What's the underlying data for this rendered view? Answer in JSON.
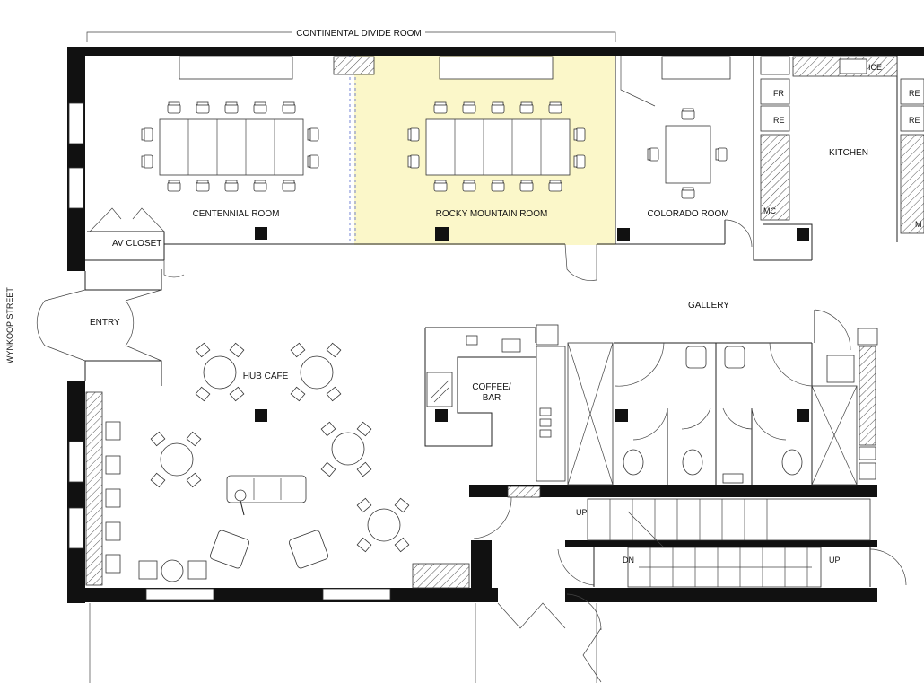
{
  "labels": {
    "continental_divide_room": "CONTINENTAL DIVIDE ROOM",
    "centennial_room": "CENTENNIAL ROOM",
    "rocky_mountain_room": "ROCKY MOUNTAIN ROOM",
    "colorado_room": "COLORADO ROOM",
    "kitchen": "KITCHEN",
    "av_closet": "AV CLOSET",
    "entry": "ENTRY",
    "wynkoop_street": "WYNKOOP STREET",
    "hub_cafe": "HUB CAFE",
    "coffee_bar_line1": "COFFEE/",
    "coffee_bar_line2": "BAR",
    "gallery": "GALLERY",
    "stair_up_1": "UP",
    "stair_dn": "DN",
    "stair_up_2": "UP"
  },
  "kitchen_equipment": {
    "fr": "FR",
    "re_left": "RE",
    "mc": "MC",
    "ice": "ICE",
    "re_right_1": "RE",
    "re_right_2": "RE",
    "m": "M"
  },
  "colors": {
    "highlight_room": "#fbf7c9",
    "wall": "#111111",
    "line": "#222222",
    "divider_dashed": "#5566cc"
  }
}
